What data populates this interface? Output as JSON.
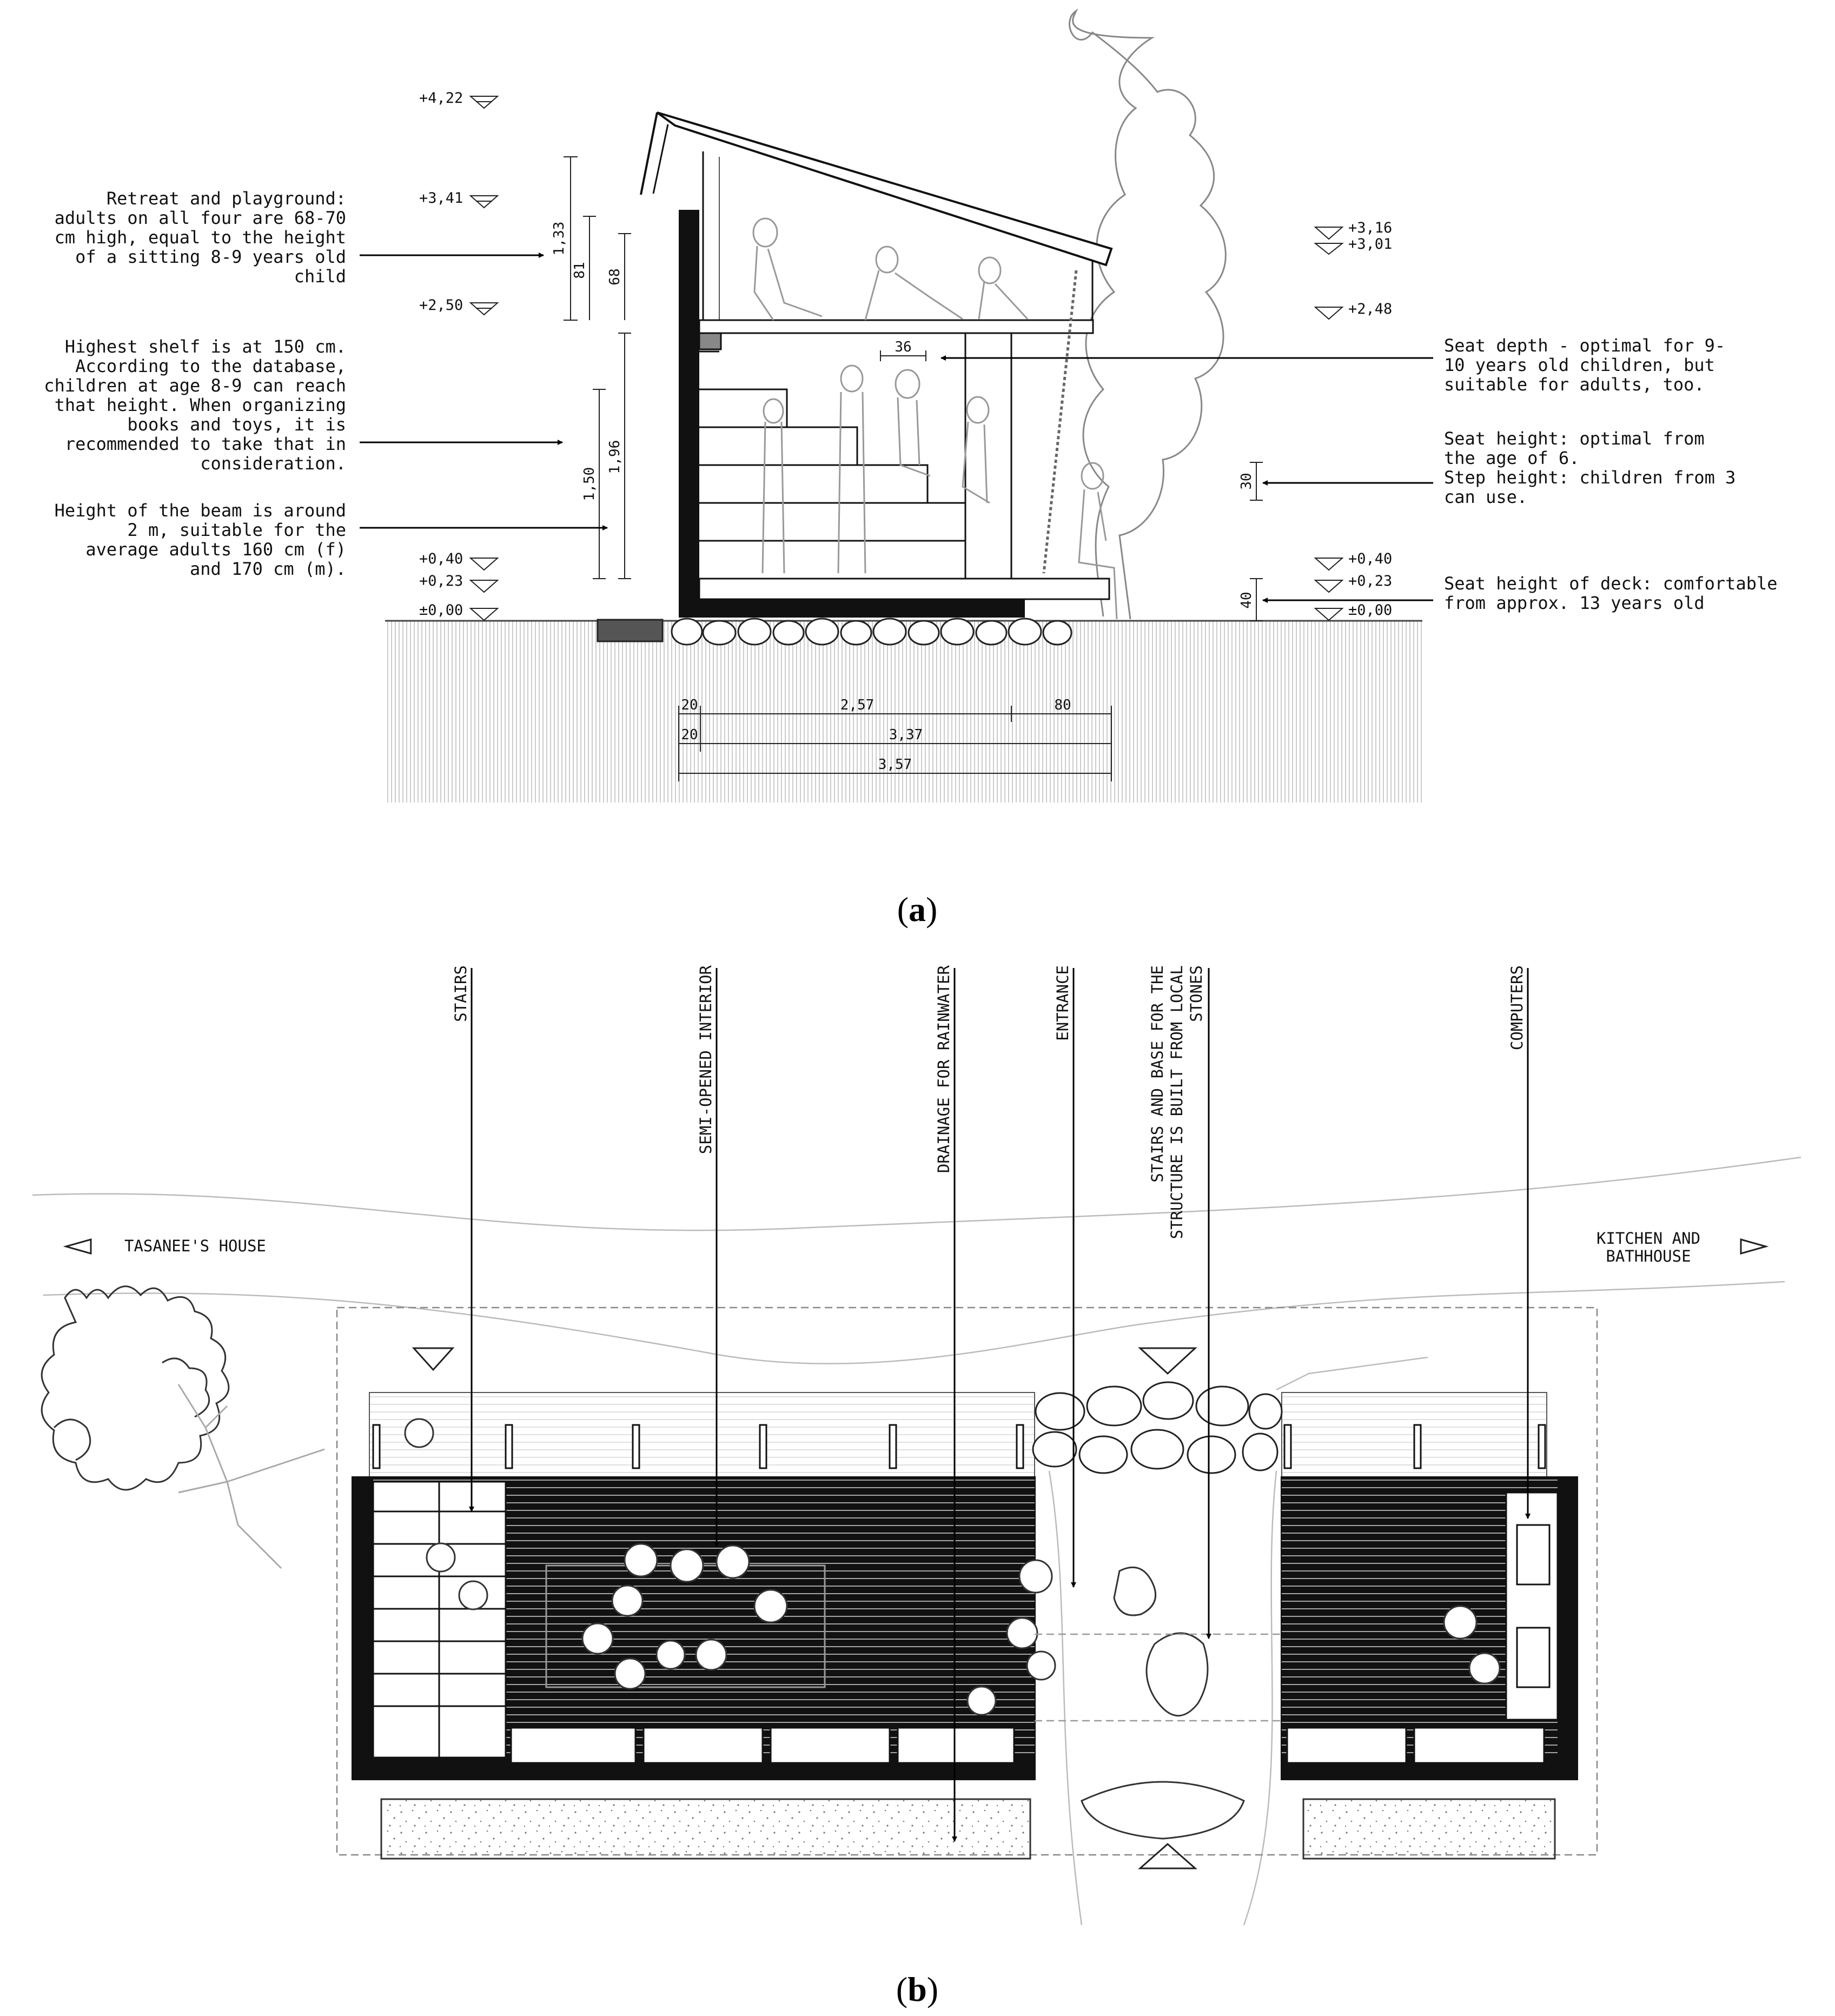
{
  "section_a": {
    "caption": {
      "open": "(",
      "letter": "a",
      "close": ")"
    },
    "notes_left": [
      [
        "Retreat and playground:",
        "adults on all four are 68-70",
        "cm high, equal to the height",
        "of a sitting 8-9 years old",
        "child"
      ],
      [
        "Highest shelf is at 150 cm.",
        "According to the database,",
        "children at age 8-9 can reach",
        "that height. When organizing",
        "books and toys, it is",
        "recommended to take that in",
        "consideration."
      ],
      [
        "Height of the beam is around",
        "2 m, suitable for the",
        "average adults 160 cm (f)",
        "and 170 cm (m)."
      ]
    ],
    "notes_right": [
      [
        "Seat depth - optimal for 9-",
        "10 years old children, but",
        "suitable for adults, too."
      ],
      [
        "Seat height: optimal from",
        "the age of 6.",
        "Step height: children from 3",
        "can use."
      ],
      [
        "Seat height of deck: comfortable",
        "from approx. 13 years old"
      ]
    ],
    "levels_left": [
      "+4,22",
      "+3,41",
      "+2,50",
      "+0,40",
      "+0,23",
      "±0,00"
    ],
    "levels_right": [
      "+3,16",
      "+3,01",
      "+2,48",
      "+0,40",
      "+0,23",
      "±0,00"
    ],
    "vertical_dims": [
      "1,33",
      "81",
      "68",
      "1,50",
      "1,96",
      "30",
      "40"
    ],
    "seat_depth_dim": "36",
    "horizontal_dims": {
      "row1": [
        "20",
        "2,57",
        "80"
      ],
      "row2": [
        "20",
        "3,37"
      ],
      "row3": [
        "3,57"
      ]
    }
  },
  "plan_b": {
    "caption": {
      "open": "(",
      "letter": "b",
      "close": ")"
    },
    "vertical_labels": {
      "stairs": [
        "STAIRS"
      ],
      "semi_opened": [
        "SEMI-OPENED INTERIOR"
      ],
      "drainage": [
        "DRAINAGE FOR RAINWATER"
      ],
      "entrance": [
        "ENTRANCE"
      ],
      "stones": [
        "STAIRS AND BASE FOR THE",
        "STRUCTURE IS BUILT FROM LOCAL",
        "STONES"
      ],
      "computers": [
        "COMPUTERS"
      ]
    },
    "direction_left": "TASANEE'S HOUSE",
    "direction_right": [
      "KITCHEN AND",
      "BATHHOUSE"
    ]
  }
}
